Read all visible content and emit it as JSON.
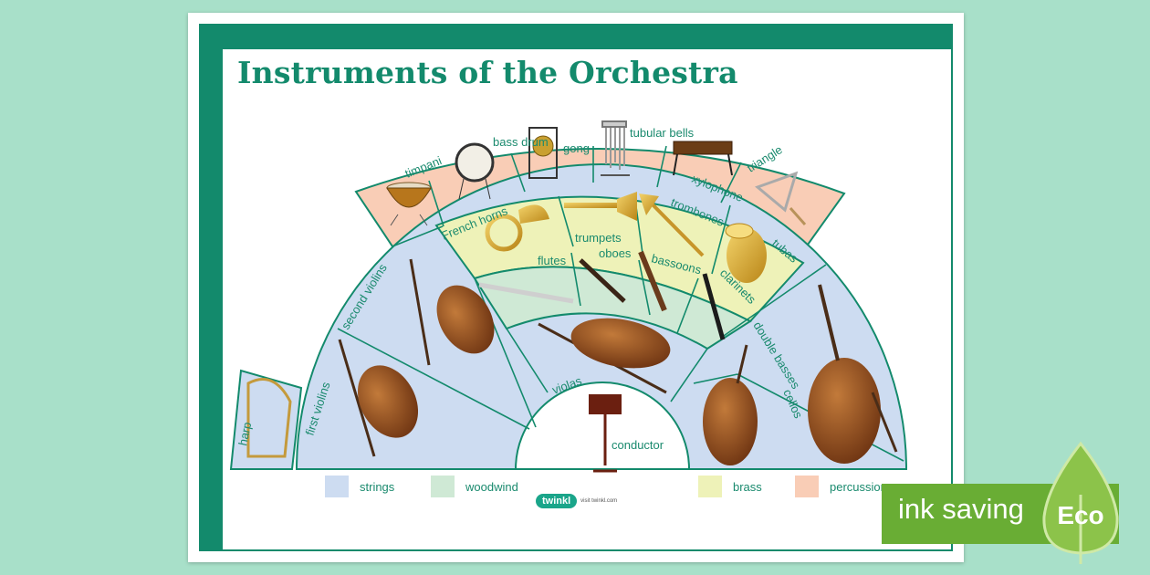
{
  "title": "Instruments of the Orchestra",
  "sections": {
    "percussion": [
      "timpani",
      "bass drum",
      "gong",
      "tubular bells",
      "xylophone",
      "triangle"
    ],
    "brass": [
      "French horns",
      "trumpets",
      "trombones",
      "tubas"
    ],
    "woodwind": [
      "flutes",
      "oboes",
      "bassoons",
      "clarinets"
    ],
    "strings": [
      "harp",
      "first violins",
      "second violins",
      "violas",
      "double basses",
      "cellos"
    ],
    "centre": "conductor"
  },
  "legend": [
    {
      "label": "strings",
      "color": "#cddcf1"
    },
    {
      "label": "woodwind",
      "color": "#cfe9d5"
    },
    {
      "label": "brass",
      "color": "#eef2b8"
    },
    {
      "label": "percussion",
      "color": "#f9cdb6"
    }
  ],
  "logo": {
    "brand": "twinkl",
    "url": "visit twinkl.com"
  },
  "eco": {
    "text": "ink saving",
    "badge": "Eco",
    "color": "#69ad34"
  },
  "colors": {
    "teal": "#138a6c",
    "background": "#a8e0c9"
  }
}
